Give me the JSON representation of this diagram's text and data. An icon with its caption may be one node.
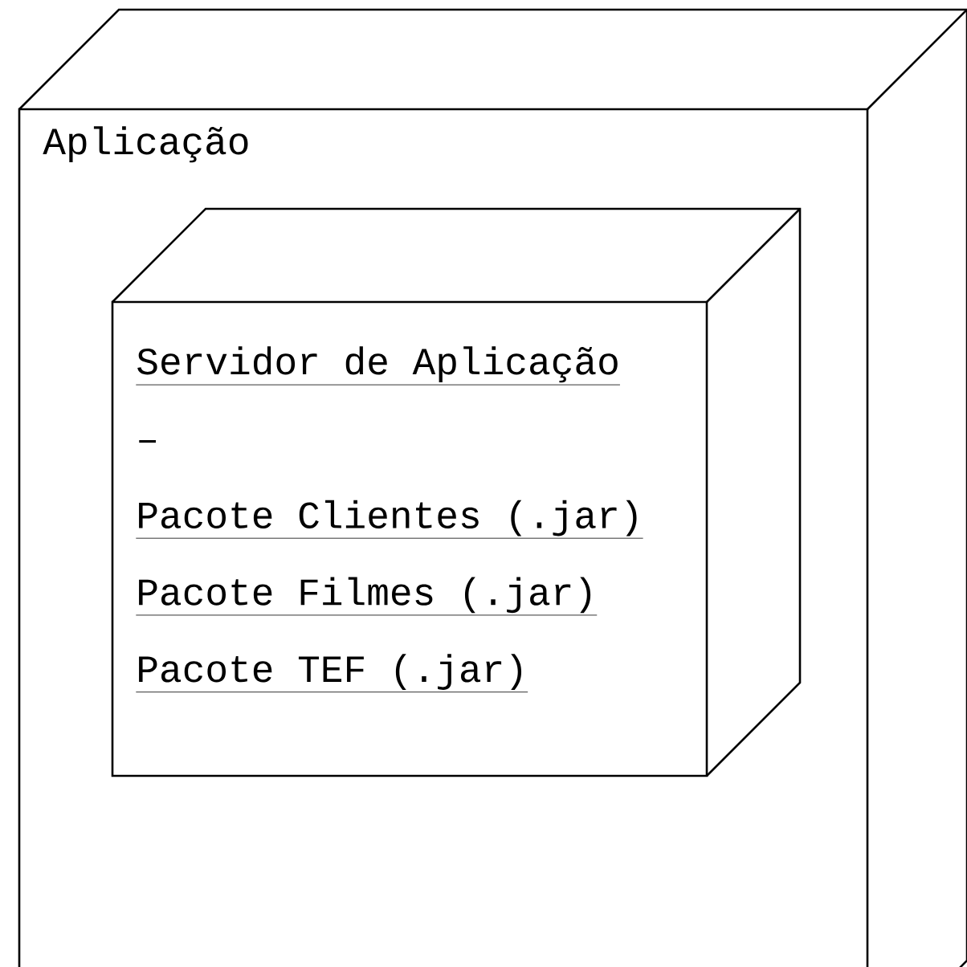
{
  "diagram": {
    "nodes": [
      {
        "text": [
          "Aplicação"
        ]
      },
      {
        "text": [
          "Servidor de Aplicação",
          "–",
          "Pacote Clientes (.jar)",
          "Pacote Filmes (.jar)",
          "Pacote TEF (.jar)"
        ],
        "in": 0
      }
    ]
  }
}
